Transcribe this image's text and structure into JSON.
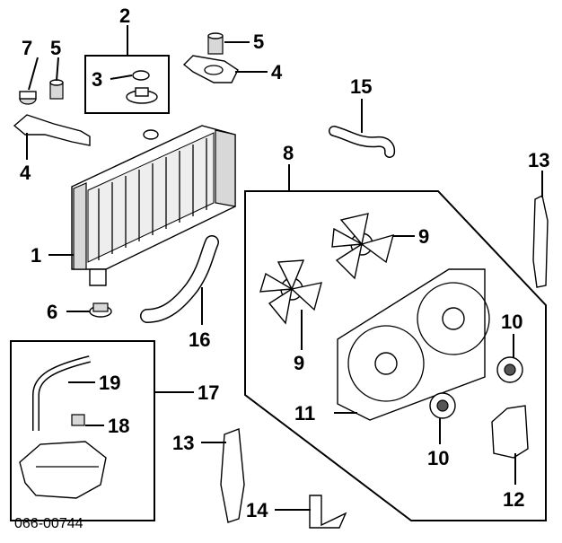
{
  "callouts": {
    "c1": "1",
    "c2": "2",
    "c3": "3",
    "c4a": "4",
    "c4b": "4",
    "c5a": "5",
    "c5b": "5",
    "c6": "6",
    "c7": "7",
    "c8": "8",
    "c9a": "9",
    "c9b": "9",
    "c10a": "10",
    "c10b": "10",
    "c11": "11",
    "c12": "12",
    "c13a": "13",
    "c13b": "13",
    "c14": "14",
    "c15": "15",
    "c16": "16",
    "c17": "17",
    "c18": "18",
    "c19": "19"
  },
  "diagram_code": "066-00744"
}
